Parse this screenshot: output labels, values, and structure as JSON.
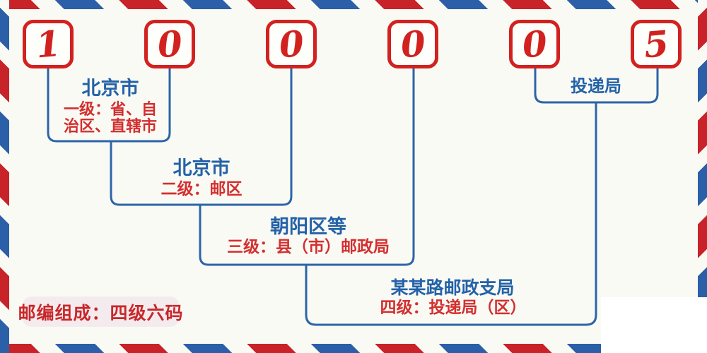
{
  "postal_code": {
    "digits": [
      "1",
      "0",
      "0",
      "0",
      "0",
      "5"
    ]
  },
  "levels": [
    {
      "name": "北京市",
      "desc": "一级：省、自治区、直辖市"
    },
    {
      "name": "北京市",
      "desc": "二级：邮区"
    },
    {
      "name": "朝阳区等",
      "desc": "三级：县（市）邮政局"
    },
    {
      "name": "某某路邮政支局",
      "desc": "四级：投递局（区）"
    },
    {
      "name": "投递局",
      "desc": ""
    }
  ],
  "footer_badge": {
    "text": "邮编组成：四级六码"
  },
  "colors": {
    "background": "#fafaf5",
    "digit_red": "#d1221f",
    "line_blue": "#2c64a8",
    "heading_blue": "#2462a8",
    "label_red": "#d32f2f",
    "stripe_red": "#c82329",
    "stripe_blue": "#2b5fa7",
    "badge_background": "#f4ebee"
  }
}
